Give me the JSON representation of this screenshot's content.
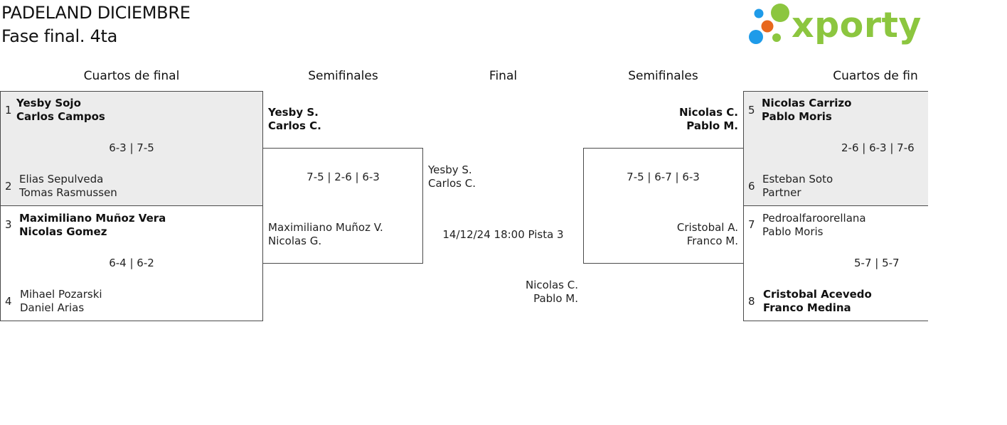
{
  "header": {
    "title": "PADELAND DICIEMBRE",
    "subtitle": "Fase final. 4ta",
    "logo_text": "xporty",
    "logo_colors": {
      "green": "#8cc63f",
      "blue": "#1e9be9",
      "orange": "#e8681d"
    }
  },
  "rounds": {
    "left_qf": "Cuartos de final",
    "left_sf": "Semifinales",
    "final": "Final",
    "right_sf": "Semifinales",
    "right_qf": "Cuartos de fin"
  },
  "left_qf": [
    {
      "top": {
        "seed": "1",
        "line1": "Yesby Sojo",
        "line2": "Carlos Campos"
      },
      "score": "6-3 | 7-5",
      "bottom": {
        "seed": "2",
        "line1": "Elias Sepulveda",
        "line2": "Tomas Rasmussen"
      }
    },
    {
      "top": {
        "seed": "3",
        "line1": "Maximiliano Muñoz Vera",
        "line2": "Nicolas Gomez"
      },
      "score": "6-4 | 6-2",
      "bottom": {
        "seed": "4",
        "line1": "Mihael Pozarski",
        "line2": "Daniel Arias"
      }
    }
  ],
  "left_sf": {
    "top": {
      "line1": "Yesby S.",
      "line2": "Carlos C."
    },
    "score": "7-5 | 2-6 | 6-3",
    "bottom": {
      "line1": "Maximiliano Muñoz V.",
      "line2": "Nicolas G."
    }
  },
  "final": {
    "top": {
      "line1": "Yesby S.",
      "line2": "Carlos C."
    },
    "info": "14/12/24 18:00 Pista 3",
    "bottom": {
      "line1": "Nicolas C.",
      "line2": "Pablo M."
    }
  },
  "right_sf": {
    "top": {
      "line1": "Nicolas C.",
      "line2": "Pablo M."
    },
    "score": "7-5 | 6-7 | 6-3",
    "bottom": {
      "line1": "Cristobal A.",
      "line2": "Franco M."
    }
  },
  "right_qf": [
    {
      "top": {
        "seed": "5",
        "line1": "Nicolas Carrizo",
        "line2": "Pablo Moris"
      },
      "score": "2-6 | 6-3 | 7-6",
      "bottom": {
        "seed": "6",
        "line1": "Esteban Soto",
        "line2": "Partner"
      }
    },
    {
      "top": {
        "seed": "7",
        "line1": "Pedroalfaroorellana",
        "line2": "Pablo Moris"
      },
      "score": "5-7 | 5-7",
      "bottom": {
        "seed": "8",
        "line1": "Cristobal Acevedo",
        "line2": "Franco Medina"
      }
    }
  ]
}
